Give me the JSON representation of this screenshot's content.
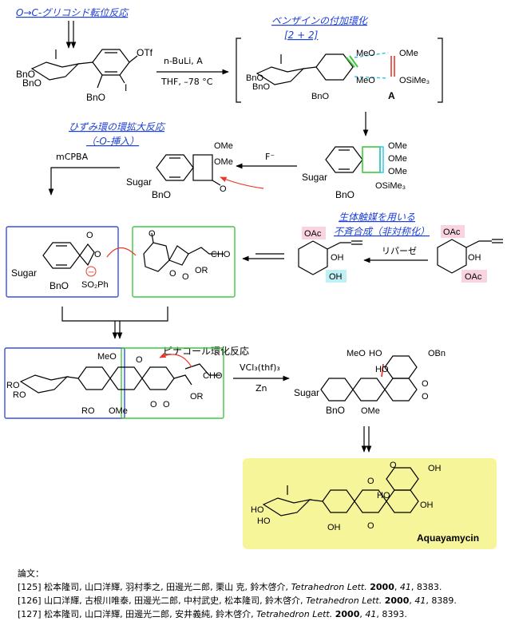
{
  "titles": {
    "t1": "O→C-グリコシド転位反応",
    "t2": "ベンザインの付加環化",
    "t2b": "[2 + 2]",
    "t3": "ひずみ環の環拡大反応",
    "t3b": "（-O-挿入）",
    "t4": "生体触媒を用いる",
    "t4b": "不斉合成（非対称化）",
    "t5": "ピナコール環化反応"
  },
  "conditions": {
    "c1a": "n-BuLi, A",
    "c1b": "THF, –78 °C",
    "c2": "F⁻",
    "c3": "mCPBA",
    "c4": "リパーゼ",
    "c5a": "VCl₃(thf)₃",
    "c5b": "Zn"
  },
  "labels": {
    "otf": "OTf",
    "i": "I",
    "bno": "BnO",
    "meo": "MeO",
    "ome": "OMe",
    "osime3": "OSiMe₃",
    "a": "A",
    "sugar": "Sugar",
    "o": "O",
    "oac": "OAc",
    "oh": "OH",
    "or": "OR",
    "ro": "RO",
    "cho": "CHO",
    "so2ph": "SO₂Ph",
    "ho": "HO",
    "obn": "OBn",
    "product": "Aquayamycin"
  },
  "references": {
    "heading": "論文：",
    "items": [
      {
        "num": "[125]",
        "authors": "松本隆司, 山口洋輝, 羽村季之, 田邊光二郎, 栗山 克, 鈴木啓介,",
        "journal": "Tetrahedron Lett.",
        "year": "2000",
        "vol": "41",
        "pages": "8383."
      },
      {
        "num": "[126]",
        "authors": "山口洋輝, 古根川唯泰, 田邊光二郎, 中村武史, 松本隆司, 鈴木啓介,",
        "journal": "Tetrahedron Lett.",
        "year": "2000",
        "vol": "41",
        "pages": "8389."
      },
      {
        "num": "[127]",
        "authors": "松本隆司, 山口洋輝, 田邊光二郎, 安井義純, 鈴木啓介,",
        "journal": "Tetrahedron Lett.",
        "year": "2000",
        "vol": "41",
        "pages": "8393."
      }
    ]
  },
  "colors": {
    "title_blue": "#1c3fd6",
    "box_blue": "#3a50d8",
    "box_green": "#3ec93e",
    "arrow_red": "#e8392a",
    "highlight_pink": "#f9d3e0",
    "highlight_cyan": "#bff0f5",
    "product_yellow": "#f7f59a",
    "dash_cyan": "#29c4e0"
  }
}
